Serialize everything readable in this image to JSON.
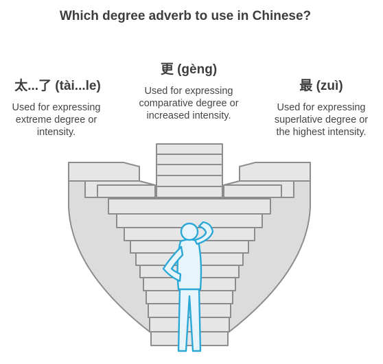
{
  "title": "Which degree adverb to use in Chinese?",
  "options": [
    {
      "heading": "太...了 (tài...le)",
      "description": [
        "Used for expressing",
        "extreme degree or",
        "intensity."
      ]
    },
    {
      "heading": "更 (gèng)",
      "description": [
        "Used for expressing",
        "comparative degree or",
        "increased intensity."
      ]
    },
    {
      "heading": "最 (zuì)",
      "description": [
        "Used for expressing",
        "superlative degree or",
        "the highest intensity."
      ]
    }
  ],
  "colors": {
    "stroke": "#8c8c8c",
    "fill": "#e6e6e6",
    "person": "#2ba8d6",
    "person_fill": "#e7f5fb"
  }
}
